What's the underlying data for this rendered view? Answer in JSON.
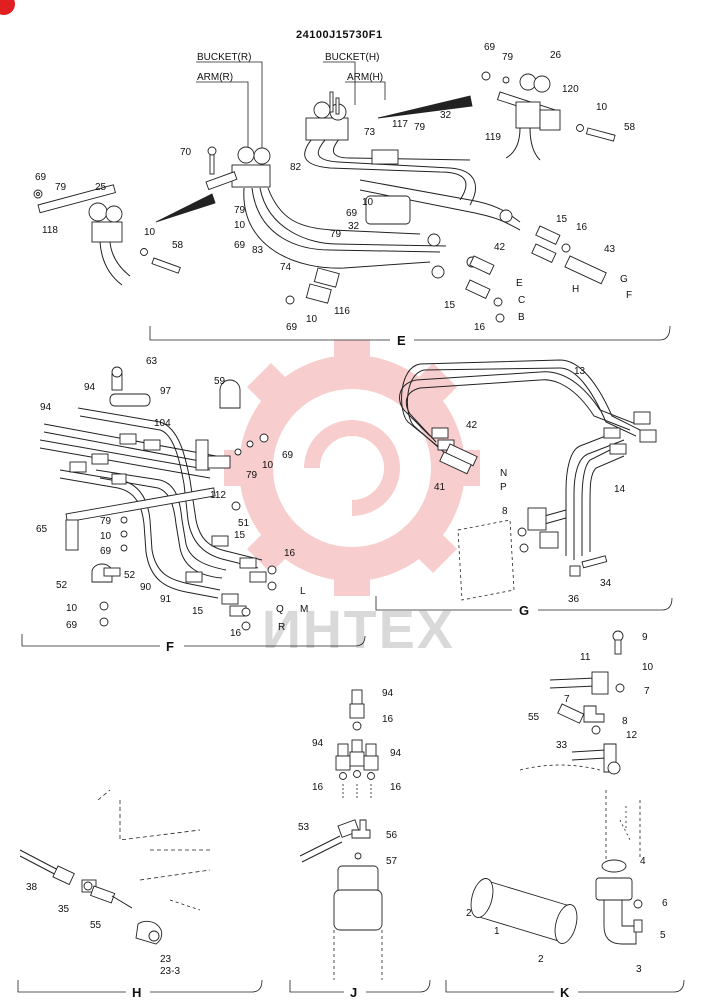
{
  "drawing_code": "24100J15730F1",
  "watermark": "ИНТЕХ",
  "colors": {
    "watermark_gear": "#f4a6a6",
    "corner_badge": "#e02020"
  },
  "view_labels": {
    "E": "E",
    "F": "F",
    "G": "G",
    "H": "H",
    "J": "J",
    "K": "K"
  },
  "function_labels": {
    "bucket_r": "BUCKET(R)",
    "arm_r": "ARM(R)",
    "bucket_h": "BUCKET(H)",
    "arm_h": "ARM(H)"
  },
  "section_e": {
    "parts": [
      "69",
      "79",
      "25",
      "118",
      "10",
      "58",
      "70",
      "79",
      "10",
      "69",
      "83",
      "74",
      "79",
      "32",
      "69",
      "10",
      "116",
      "82",
      "73",
      "117",
      "79",
      "32",
      "69",
      "79",
      "26",
      "120",
      "119",
      "10",
      "58",
      "42",
      "15",
      "16",
      "43",
      "15",
      "16",
      "69",
      "10"
    ],
    "port_letters": [
      "E",
      "C",
      "B",
      "H",
      "G",
      "F"
    ]
  },
  "section_f": {
    "parts": [
      "63",
      "97",
      "94",
      "94",
      "104",
      "59",
      "79",
      "10",
      "69",
      "112",
      "51",
      "65",
      "79",
      "10",
      "69",
      "52",
      "52",
      "10",
      "69",
      "90",
      "91",
      "15",
      "16",
      "15",
      "16"
    ],
    "port_letters": [
      "L",
      "Q",
      "M",
      "R"
    ]
  },
  "section_g": {
    "parts": [
      "13",
      "42",
      "41",
      "14",
      "8",
      "36",
      "34"
    ],
    "port_letters": [
      "N",
      "P"
    ]
  },
  "section_h": {
    "parts": [
      "38",
      "35",
      "55",
      "23",
      "23-3"
    ]
  },
  "section_j": {
    "parts": [
      "94",
      "16",
      "94",
      "94",
      "16",
      "16",
      "53",
      "56",
      "57"
    ]
  },
  "section_k": {
    "parts": [
      "9",
      "10",
      "11",
      "7",
      "7",
      "8",
      "55",
      "33",
      "12",
      "4",
      "2",
      "1",
      "2",
      "6",
      "5",
      "3"
    ]
  }
}
